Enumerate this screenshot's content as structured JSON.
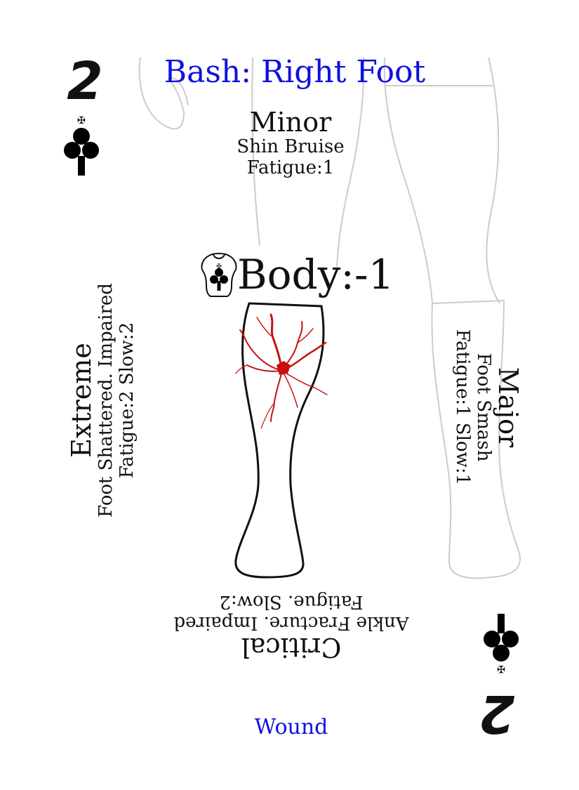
{
  "card": {
    "title": "Bash: Right Foot",
    "rank": "2",
    "suit_icon": "club-icon",
    "card_type": "Wound",
    "body_stat": "Body:-1",
    "minor": {
      "severity": "Minor",
      "effect": "Shin Bruise",
      "stats": "Fatigue:1"
    },
    "major": {
      "severity": "Major",
      "effect": "Foot Smash",
      "stats": "Fatigue:1 Slow:1"
    },
    "critical": {
      "severity": "Critical",
      "effect": "Ankle Fracture. Impaired",
      "stats": "Fatigue. Slow:2"
    },
    "extreme": {
      "severity": "Extreme",
      "effect": "Foot Shattered. Impaired",
      "stats": "Fatigue:2 Slow:2"
    }
  },
  "colors": {
    "title": "#1010e0",
    "wound": "#c81010",
    "outline_faint": "#cccccc"
  }
}
